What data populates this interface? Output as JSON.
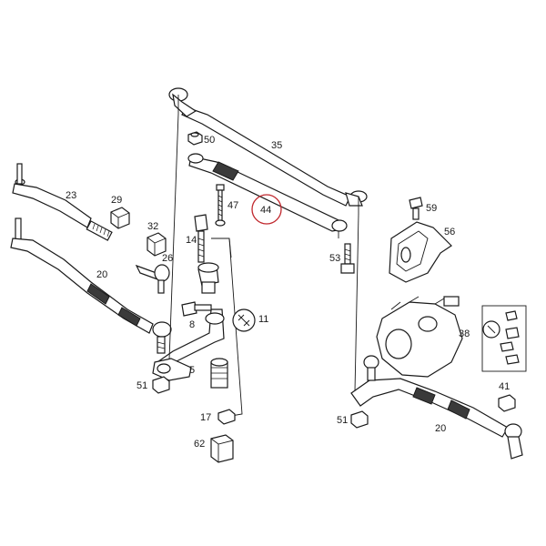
{
  "diagram": {
    "highlight_color": "#c0272d",
    "line_color": "#1a1a1a",
    "labels": {
      "l35": "35",
      "l50": "50",
      "l23": "23",
      "l29": "29",
      "l47": "47",
      "l44": "44",
      "l59": "59",
      "l32": "32",
      "l14": "14",
      "l26": "26",
      "l56": "56",
      "l53": "53",
      "l20a": "20",
      "l8": "8",
      "l11": "11",
      "l38": "38",
      "l5": "5",
      "l51a": "51",
      "l41": "41",
      "l17": "17",
      "l51b": "51",
      "l20b": "20",
      "l62": "62"
    },
    "highlighted_label": "44"
  }
}
